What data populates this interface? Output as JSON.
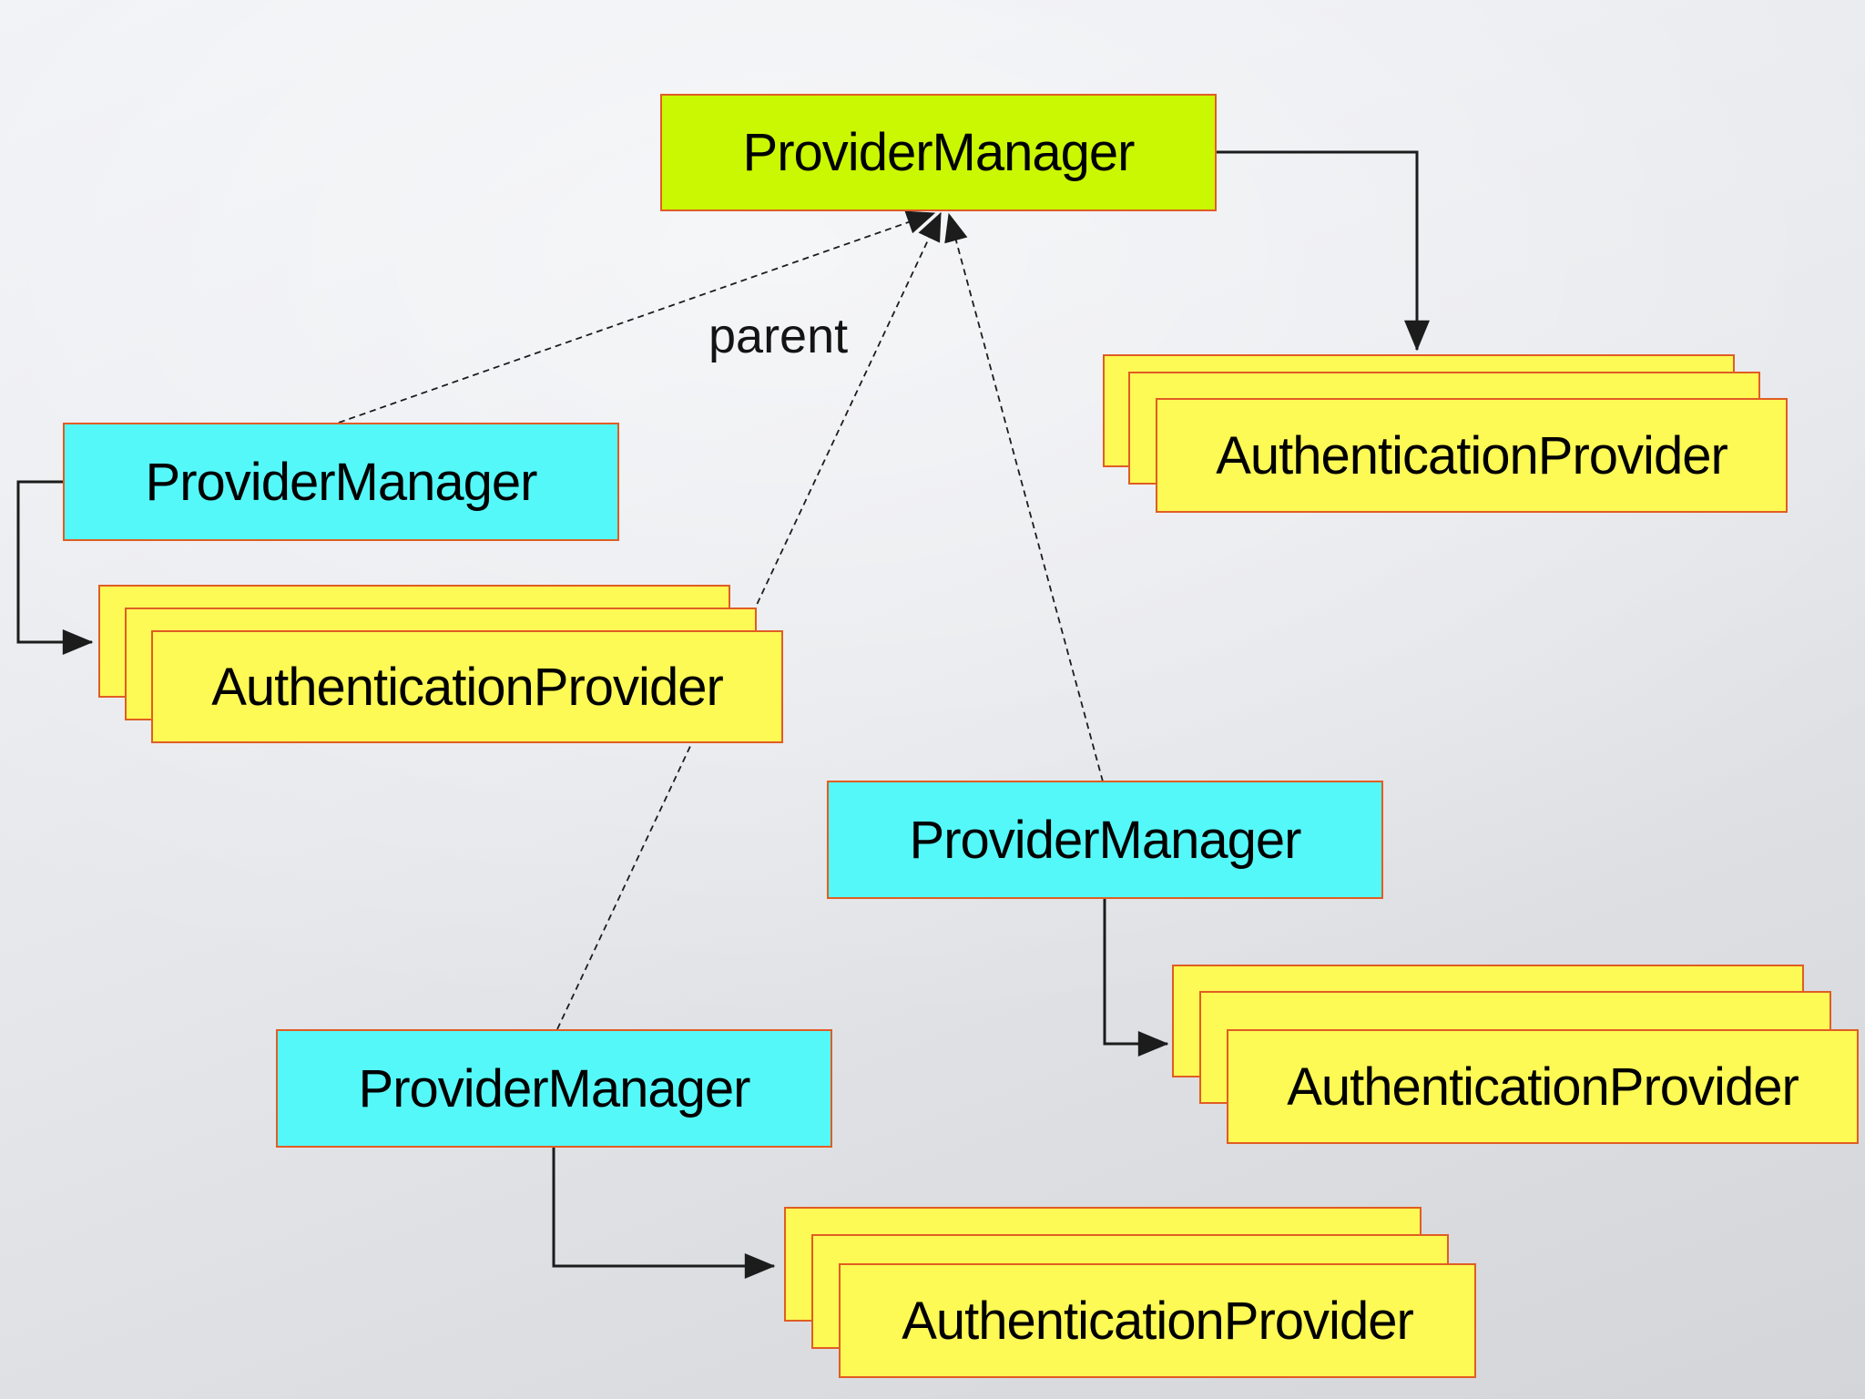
{
  "diagram": {
    "type": "uml-object-diagram",
    "topic": "ProviderManager parent hierarchy with AuthenticationProvider stacks",
    "nodes": {
      "pm_top": {
        "label": "ProviderManager",
        "kind": "manager",
        "fill": "#caf702"
      },
      "pm_left": {
        "label": "ProviderManager",
        "kind": "manager",
        "fill": "#55f8f8"
      },
      "pm_mid": {
        "label": "ProviderManager",
        "kind": "manager",
        "fill": "#55f8f8"
      },
      "pm_bottom": {
        "label": "ProviderManager",
        "kind": "manager",
        "fill": "#55f8f8"
      },
      "ap_left": {
        "label": "AuthenticationProvider",
        "kind": "provider-stack",
        "stack_count": 3,
        "fill": "#fdf955"
      },
      "ap_top_right": {
        "label": "AuthenticationProvider",
        "kind": "provider-stack",
        "stack_count": 3,
        "fill": "#fdf955"
      },
      "ap_bottom_right": {
        "label": "AuthenticationProvider",
        "kind": "provider-stack",
        "stack_count": 3,
        "fill": "#fdf955"
      },
      "ap_bottom": {
        "label": "AuthenticationProvider",
        "kind": "provider-stack",
        "stack_count": 3,
        "fill": "#fdf955"
      }
    },
    "edge_labels": {
      "parent": "parent"
    },
    "edges": [
      {
        "from": "pm_left",
        "to": "pm_top",
        "style": "dashed-thin",
        "arrow": "filled-triangle",
        "label": "parent"
      },
      {
        "from": "pm_mid",
        "to": "pm_top",
        "style": "dashed-thin",
        "arrow": "filled-triangle",
        "label": "parent"
      },
      {
        "from": "pm_bottom",
        "to": "pm_top",
        "style": "dashed-thin",
        "arrow": "filled-triangle",
        "label": "parent"
      },
      {
        "from": "pm_top",
        "to": "ap_top_right",
        "style": "solid-elbow",
        "arrow": "filled-triangle"
      },
      {
        "from": "pm_left",
        "to": "ap_left",
        "style": "solid-elbow",
        "arrow": "filled-triangle"
      },
      {
        "from": "pm_mid",
        "to": "ap_bottom_right",
        "style": "solid-elbow",
        "arrow": "filled-triangle"
      },
      {
        "from": "pm_bottom",
        "to": "ap_bottom",
        "style": "solid-elbow",
        "arrow": "filled-triangle"
      }
    ],
    "colors": {
      "manager_root_fill": "#caf702",
      "manager_fill": "#55f8f8",
      "provider_fill": "#fdf955",
      "box_border": "#e05d24",
      "connector": "#1c1c1c",
      "background_light": "#eef0f4",
      "background_dark": "#d3d5d9",
      "text": "#000000"
    }
  }
}
